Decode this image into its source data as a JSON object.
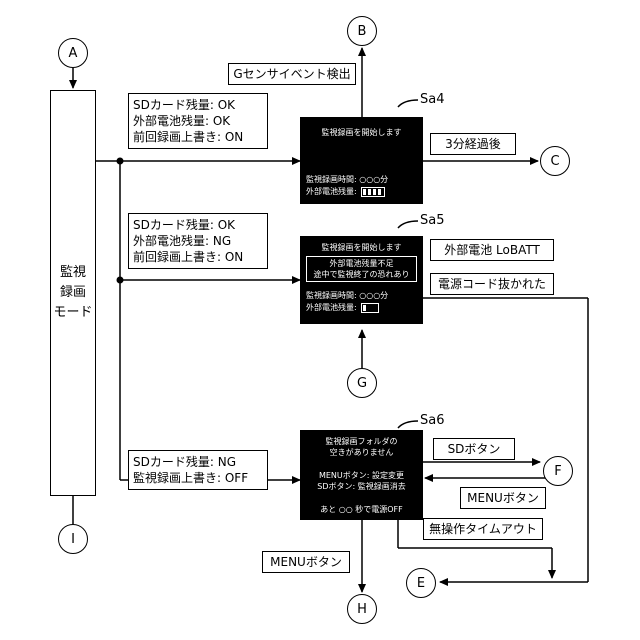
{
  "nodes": {
    "A": "A",
    "B": "B",
    "C": "C",
    "E": "E",
    "F": "F",
    "G": "G",
    "H": "H",
    "I": "I"
  },
  "mode": {
    "line1": "監視",
    "line2": "録画",
    "line3": "モード"
  },
  "conditions": {
    "c1": [
      "SDカード残量: OK",
      "外部電池残量: OK",
      "前回録画上書き: ON"
    ],
    "c2": [
      "SDカード残量: OK",
      "外部電池残量: NG",
      "前回録画上書き: ON"
    ],
    "c3": [
      "SDカード残量: NG",
      "監視録画上書き: OFF"
    ]
  },
  "events": {
    "g_sensor": "Gセンサイベント検出",
    "after3": "3分経過後",
    "ext_batt_low": "外部電池 LoBATT",
    "power_cord": "電源コード抜かれた",
    "sd_button": "SDボタン",
    "menu_button_right": "MENUボタン",
    "timeout": "無操作タイムアウト",
    "menu_button_bottom": "MENUボタン"
  },
  "screens": {
    "sa4": {
      "tag": "Sa4",
      "title": "監視録画を開始します",
      "time": "監視録画時間: ○○○分",
      "battery": "外部電池残量: "
    },
    "sa5": {
      "tag": "Sa5",
      "title": "監視録画を開始します",
      "warn1": "外部電池残量不足",
      "warn2": "途中で監視終了の恐れあり",
      "time": "監視録画時間: ○○○分",
      "battery": "外部電池残量: "
    },
    "sa6": {
      "tag": "Sa6",
      "line1": "監視録画フォルダの",
      "line2": "空きがありません",
      "menu": "MENUボタン: 設定変更",
      "sd": "SDボタン: 監視録画消去",
      "off": "あと ○○ 秒で電源OFF"
    }
  }
}
